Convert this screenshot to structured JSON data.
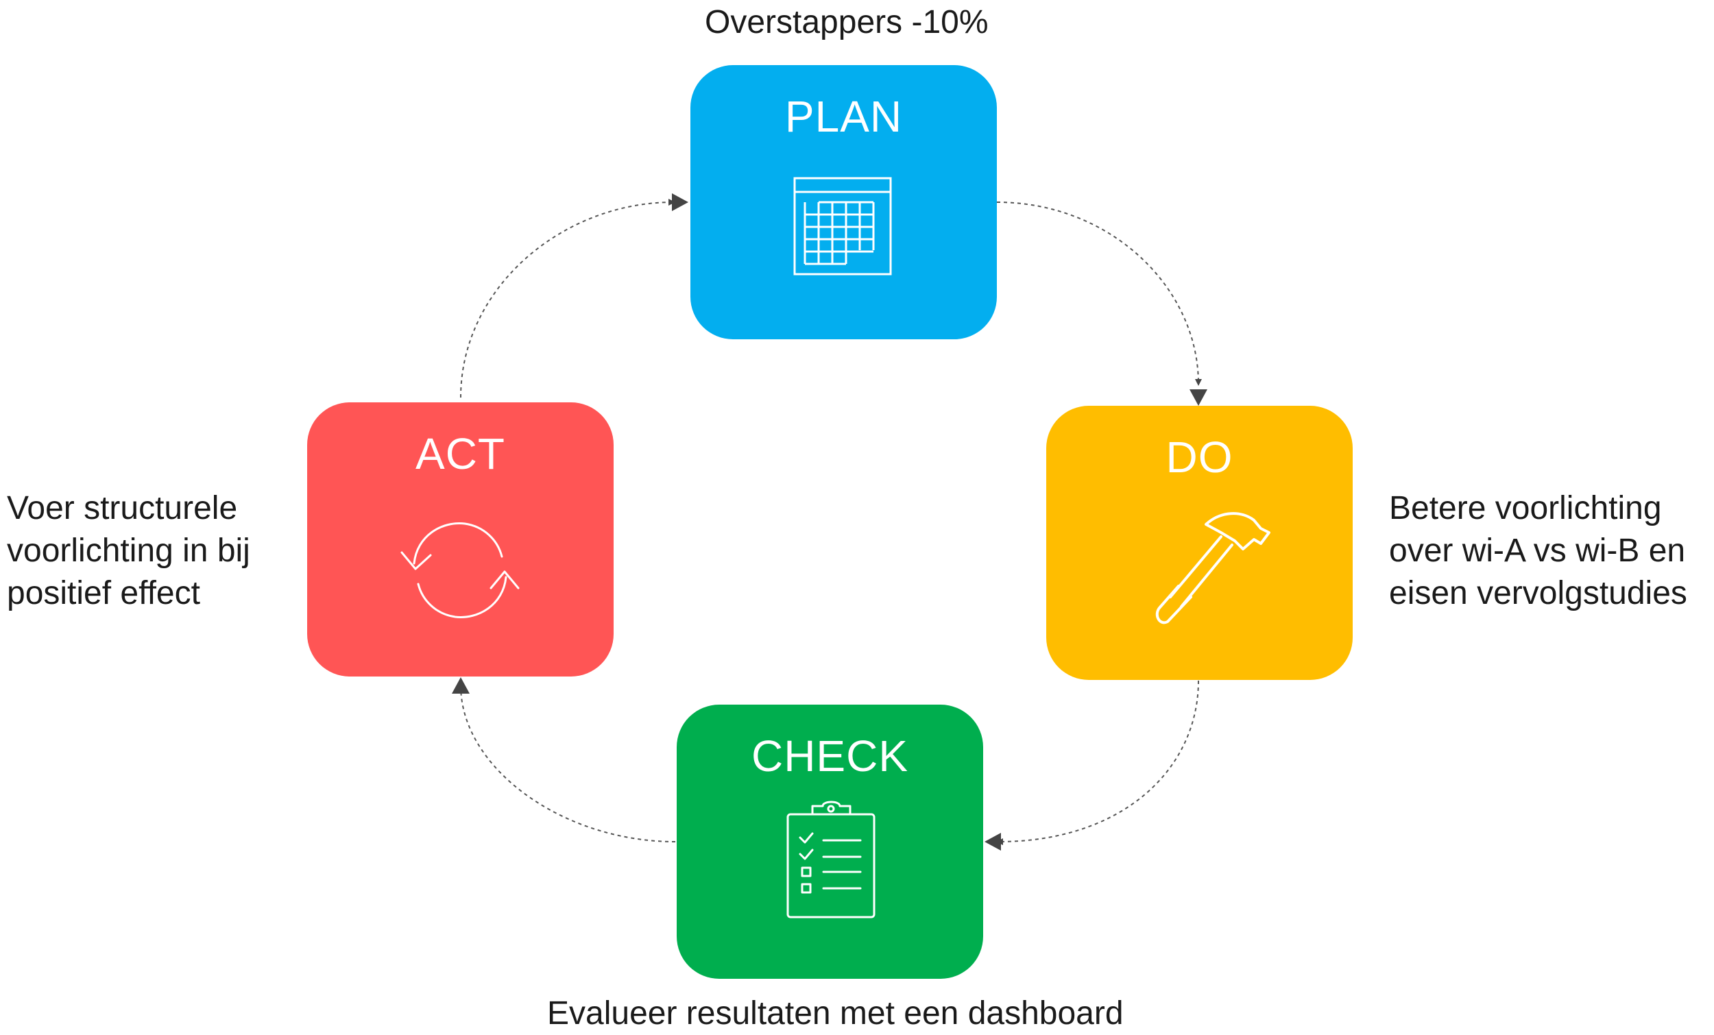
{
  "colors": {
    "plan": "#03AEEF",
    "do": "#FFBD00",
    "check": "#00AE4E",
    "act": "#FF5555",
    "arrows": "#444444",
    "note_text": "#1a1a1a"
  },
  "stages": {
    "plan": {
      "title": "PLAN",
      "icon": "calendar-icon"
    },
    "do": {
      "title": "DO",
      "icon": "hammer-icon"
    },
    "check": {
      "title": "CHECK",
      "icon": "clipboard-checklist-icon"
    },
    "act": {
      "title": "ACT",
      "icon": "refresh-cycle-icon"
    }
  },
  "notes": {
    "plan": "Overstappers -10%",
    "do": "Betere voorlichting\nover wi-A vs wi-B en\neisen vervolgstudies",
    "check": "Evalueer resultaten met een dashboard",
    "act": "Voer structurele\nvoorlichting in bij\npositief effect"
  }
}
